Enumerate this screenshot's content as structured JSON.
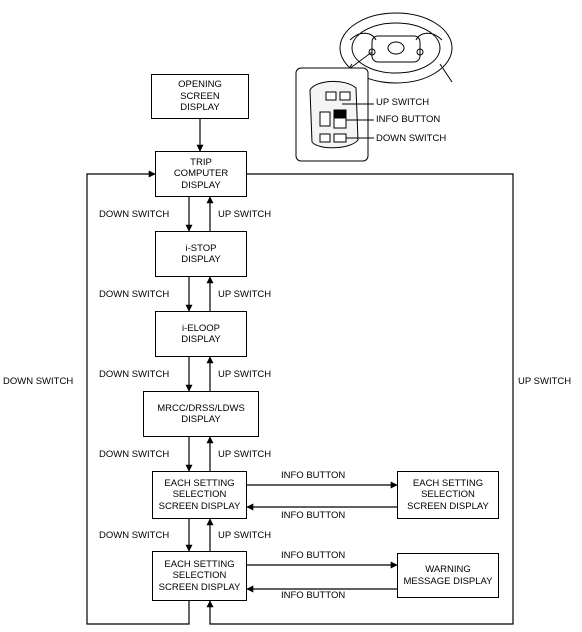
{
  "boxes": {
    "opening": "OPENING\nSCREEN\nDISPLAY",
    "trip": "TRIP\nCOMPUTER\nDISPLAY",
    "istop": "i-STOP\nDISPLAY",
    "ieloop": "i-ELOOP\nDISPLAY",
    "mrcc": "MRCC/DRSS/LDWS\nDISPLAY",
    "each_setting_1": "EACH SETTING\nSELECTION\nSCREEN DISPLAY",
    "each_setting_right": "EACH SETTING\nSELECTION\nSCREEN DISPLAY",
    "each_setting_2": "EACH SETTING\nSELECTION\nSCREEN DISPLAY",
    "warning": "WARNING\nMESSAGE DISPLAY"
  },
  "labels": {
    "down_switch": "DOWN SWITCH",
    "up_switch": "UP SWITCH",
    "info_button": "INFO BUTTON"
  },
  "callouts": {
    "up": "UP SWITCH",
    "info": "INFO BUTTON",
    "down": "DOWN SWITCH"
  }
}
